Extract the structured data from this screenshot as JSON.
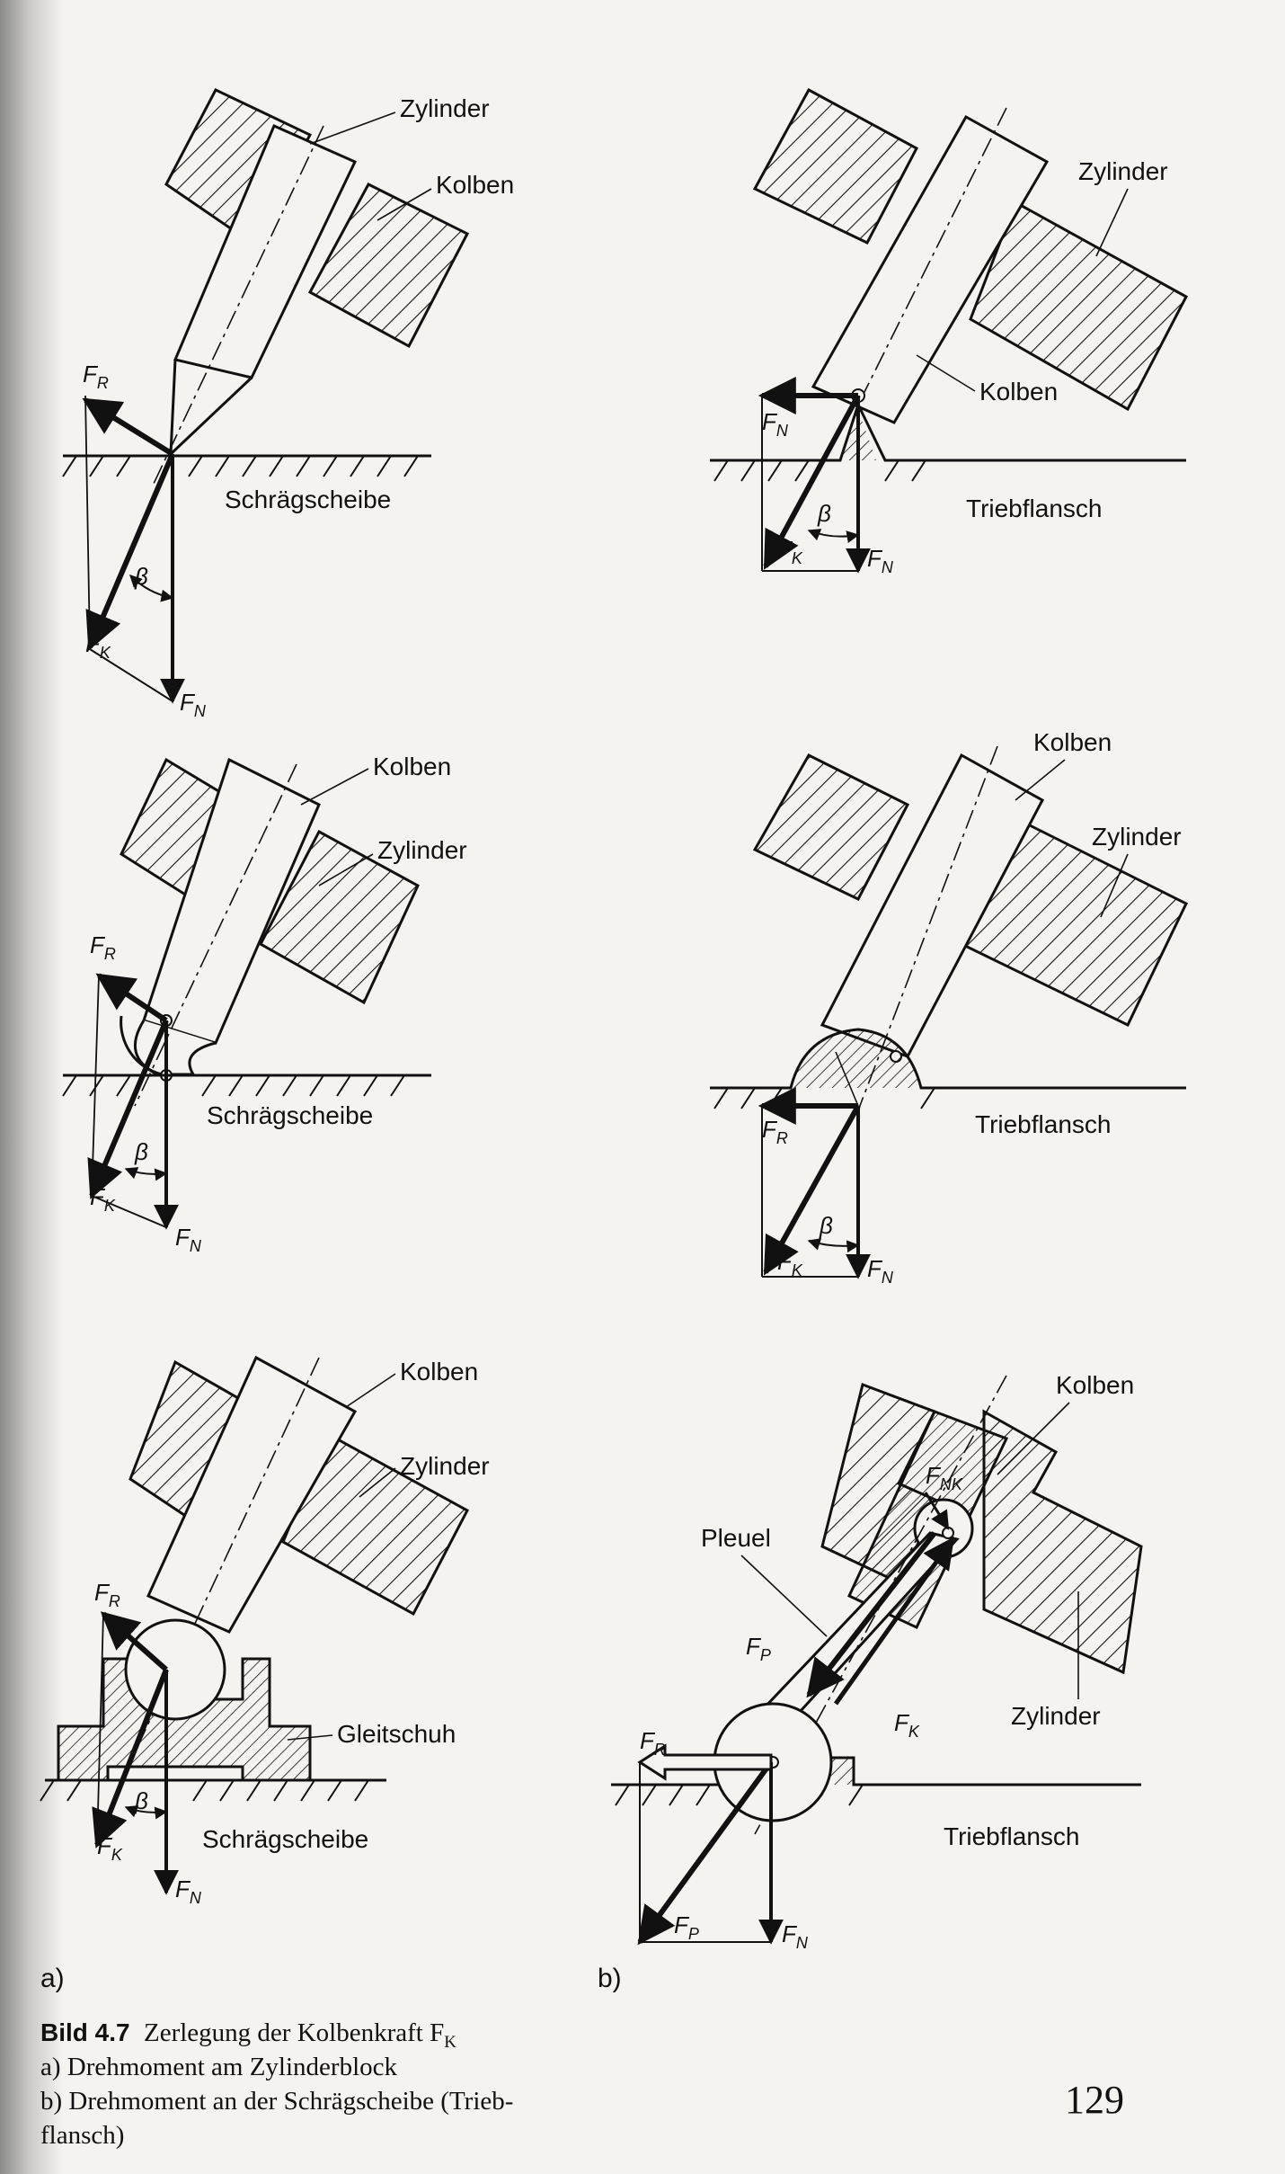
{
  "labels": {
    "zylinder": "Zylinder",
    "kolben": "Kolben",
    "schraegscheibe": "Schrägscheibe",
    "triebflansch": "Triebflansch",
    "gleitschuh": "Gleitschuh",
    "pleuel": "Pleuel",
    "beta": "β"
  },
  "forces": {
    "F": "F",
    "R": "R",
    "N": "N",
    "K": "K",
    "P": "P",
    "NK": "NK"
  },
  "subfigures": {
    "a": "a)",
    "b": "b)"
  },
  "caption": {
    "number": "Bild 4.7",
    "title": "Zerlegung der Kolbenkraft F",
    "title_sub": "K",
    "line_a": "a) Drehmoment am Zylinderblock",
    "line_b1": "b) Drehmoment an der Schrägscheibe (Trieb-",
    "line_b2": "flansch)"
  },
  "page_number": "129"
}
